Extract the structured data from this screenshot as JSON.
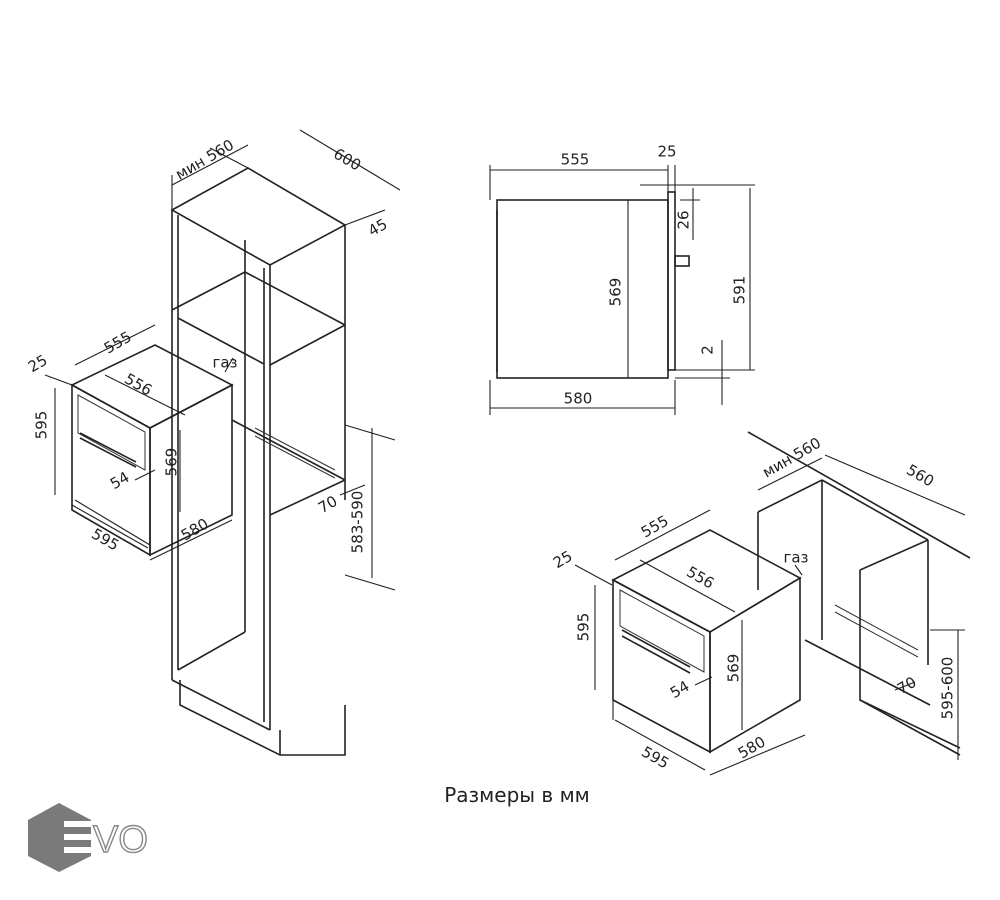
{
  "caption": "Размеры в мм",
  "logo": {
    "text": "EVO",
    "color": "#7a7a7a"
  },
  "left_view": {
    "cabinet_width_min": "мин 560",
    "cabinet_depth": "600",
    "back_gap": "45",
    "oven_depth": "555",
    "front_thickness": "25",
    "inner_width": "556",
    "gas_label": "газ",
    "oven_height": "595",
    "body_height": "569",
    "handle_offset": "54",
    "oven_width": "595",
    "body_width": "580",
    "vent_depth": "70",
    "niche_height": "583-590"
  },
  "side_view": {
    "body_depth": "555",
    "front_thickness": "25",
    "top_offset": "26",
    "body_height": "569",
    "niche_height": "591",
    "bottom_gap": "2",
    "body_width": "580"
  },
  "under_counter_view": {
    "cabinet_width_min": "мин 560",
    "cabinet_depth": "560",
    "oven_depth": "555",
    "front_thickness": "25",
    "inner_width": "556",
    "gas_label": "газ",
    "oven_height": "595",
    "body_height": "569",
    "handle_offset": "54",
    "oven_width": "595",
    "body_width": "580",
    "vent_depth": "70",
    "niche_height": "595-600"
  }
}
